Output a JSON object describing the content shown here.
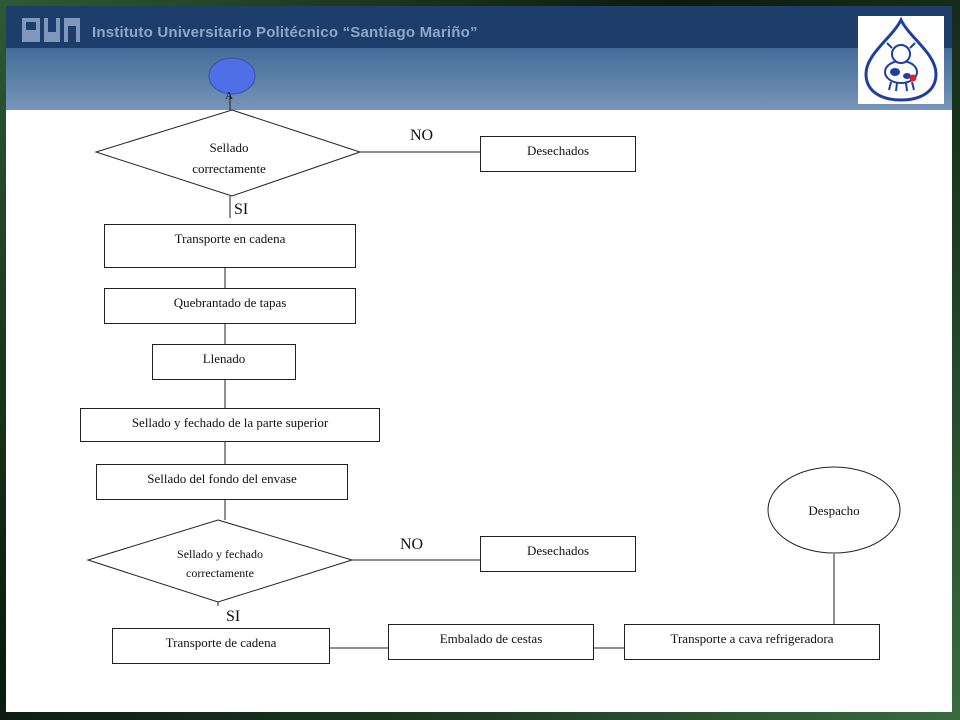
{
  "header": {
    "institution": "Instituto Universitario Politécnico “Santiago Mariño”",
    "header_color": "#1d3d6b"
  },
  "flow": {
    "connector": "A",
    "decision1": {
      "line1": "Sellado",
      "line2": "correctamente"
    },
    "no1": "NO",
    "reject1": "Desechados",
    "si1": "SI",
    "step1": "Transporte en cadena",
    "step2": "Quebrantado de tapas",
    "step3": "Llenado",
    "step4": "Sellado y fechado de la parte superior",
    "step5": "Sellado del fondo del envase",
    "decision2": {
      "line1": "Sellado y fechado",
      "line2": "correctamente"
    },
    "no2": "NO",
    "reject2": "Desechados",
    "si2": "SI",
    "step6": "Transporte  de cadena",
    "step7": "Embalado de cestas",
    "step8": "Transporte  a cava refrigeradora",
    "end": "Despacho"
  },
  "colors": {
    "connector_fill": "#4f6fe6",
    "line": "#222222"
  }
}
